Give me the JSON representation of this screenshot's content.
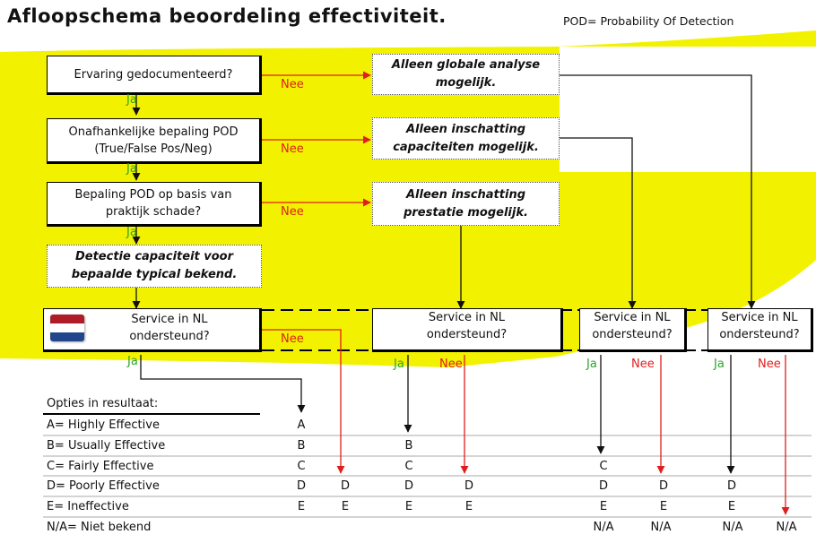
{
  "title": "Afloopschema beoordeling effectiviteit.",
  "note": "POD= Probability Of Detection",
  "colors": {
    "highlight": "#f2f200",
    "arrow_red": "#e01e1e",
    "ja_green": "#2aa52a",
    "flag": [
      "#ae1c28",
      "#ffffff",
      "#21468b"
    ]
  },
  "questions": [
    {
      "text": "Ervaring gedocumenteerd?"
    },
    {
      "line1": "Onafhankelijke bepaling POD",
      "line2": "(True/False Pos/Neg)"
    },
    {
      "line1": "Bepaling POD op basis van",
      "line2": "praktijk schade?"
    }
  ],
  "outcomes": [
    {
      "line1": "Alleen globale analyse",
      "line2": "mogelijk."
    },
    {
      "line1": "Alleen inschatting",
      "line2": "capaciteiten mogelijk."
    },
    {
      "line1": "Alleen inschatting",
      "line2": "prestatie mogelijk."
    }
  ],
  "detection": {
    "line1": "Detectie capaciteit voor",
    "line2": "bepaalde typical bekend."
  },
  "service": {
    "line1": "Service in NL",
    "line2": "ondersteund?"
  },
  "flag_icon": "netherlands-flag-icon",
  "labels": {
    "ja": "Ja",
    "nee": "Nee"
  },
  "options": {
    "title": "Opties in resultaat:",
    "items": [
      {
        "text": "A= Highly Effective"
      },
      {
        "text": "B= Usually Effective"
      },
      {
        "text": "C= Fairly Effective"
      },
      {
        "text": "D= Poorly Effective"
      },
      {
        "text": "E= Ineffective"
      },
      {
        "text": "N/A= Niet bekend"
      }
    ]
  },
  "results": {
    "c1": [
      "A",
      "B",
      "C",
      "D",
      "E"
    ],
    "c2": [
      "D",
      "E"
    ],
    "c3": [
      "B",
      "C",
      "D",
      "E"
    ],
    "c4": [
      "D",
      "E"
    ],
    "c5": [
      "C",
      "D",
      "E",
      "N/A"
    ],
    "c6": [
      "D",
      "E",
      "N/A"
    ],
    "c7": [
      "D",
      "E",
      "N/A"
    ],
    "c8": [
      "N/A"
    ]
  }
}
